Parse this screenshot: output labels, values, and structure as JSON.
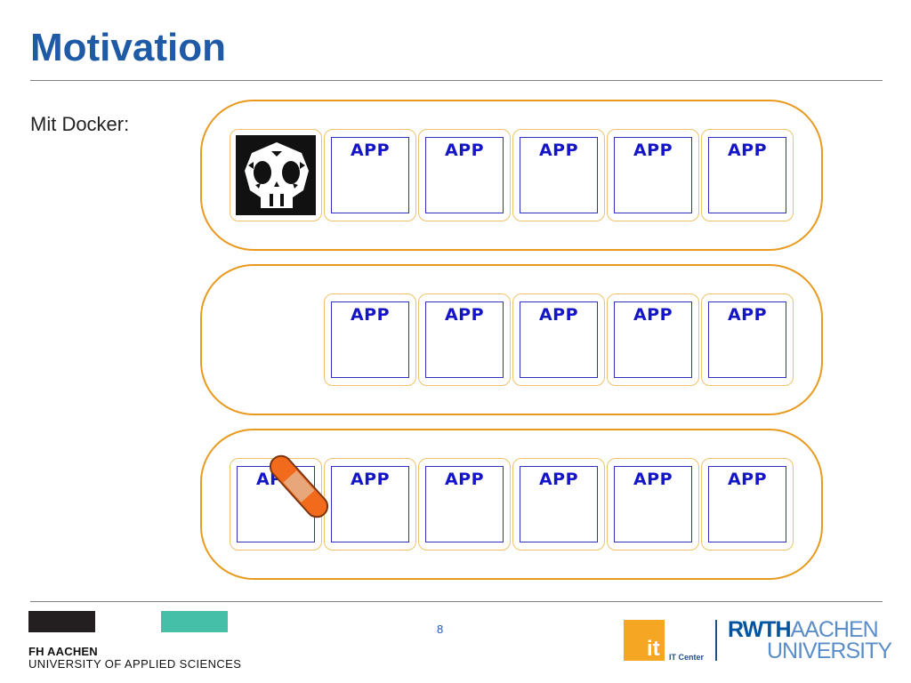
{
  "slide": {
    "title": "Motivation",
    "subtitle": "Mit Docker:",
    "page_number": "8"
  },
  "diagram": {
    "rows": [
      {
        "slots": [
          {
            "kind": "skull"
          },
          {
            "kind": "app",
            "label": "APP"
          },
          {
            "kind": "app",
            "label": "APP"
          },
          {
            "kind": "app",
            "label": "APP"
          },
          {
            "kind": "app",
            "label": "APP"
          },
          {
            "kind": "app",
            "label": "APP"
          }
        ]
      },
      {
        "slots": [
          {
            "kind": "empty"
          },
          {
            "kind": "app",
            "label": "APP"
          },
          {
            "kind": "app",
            "label": "APP"
          },
          {
            "kind": "app",
            "label": "APP"
          },
          {
            "kind": "app",
            "label": "APP"
          },
          {
            "kind": "app",
            "label": "APP"
          }
        ]
      },
      {
        "slots": [
          {
            "kind": "patched",
            "label": "APP"
          },
          {
            "kind": "app",
            "label": "APP"
          },
          {
            "kind": "app",
            "label": "APP"
          },
          {
            "kind": "app",
            "label": "APP"
          },
          {
            "kind": "app",
            "label": "APP"
          },
          {
            "kind": "app",
            "label": "APP"
          }
        ]
      }
    ],
    "colors": {
      "host_border": "#e89a1e",
      "slot_border": "#ecc36a",
      "app_border": "#3030c0",
      "app_text": "#1515c8",
      "bandage": "#f26a1b"
    }
  },
  "footer": {
    "fh_name": "FH AACHEN",
    "fh_subtitle": "UNIVERSITY OF APPLIED SCIENCES",
    "it_logo": "it",
    "it_center": "IT Center",
    "rwth_bold": "RWTH",
    "rwth_light": "AACHEN",
    "rwth_line2": "UNIVERSITY",
    "colors": {
      "fh_black": "#231f20",
      "fh_teal": "#45bfa7",
      "it_orange": "#f5a623",
      "rwth_blue": "#00549f"
    }
  }
}
